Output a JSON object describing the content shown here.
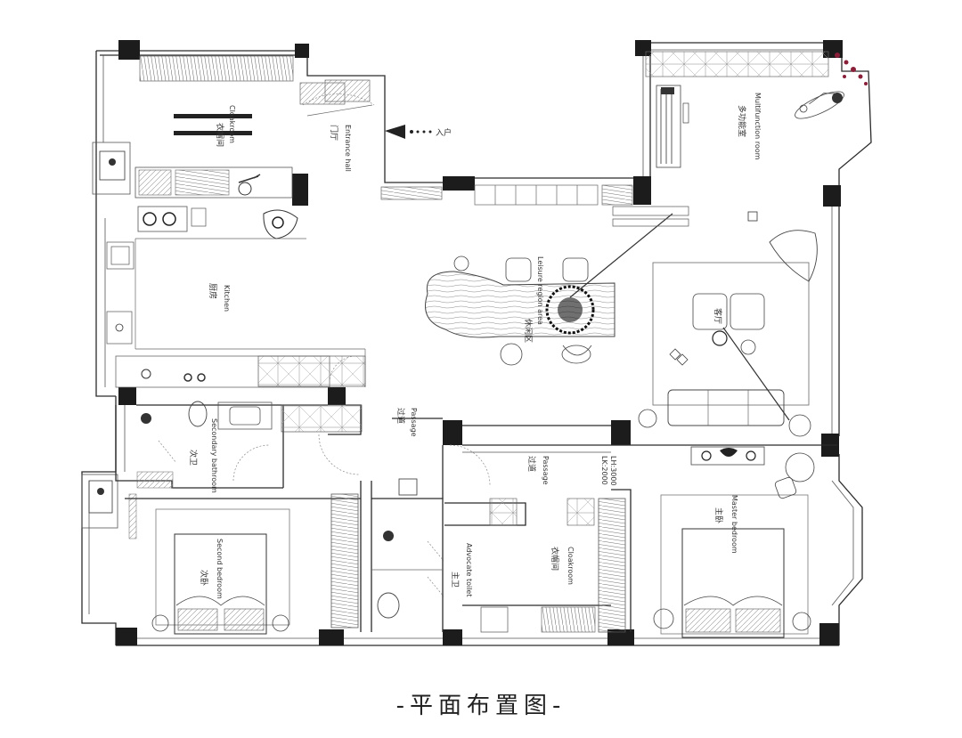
{
  "caption": "-平面布置图-",
  "entry_label": "入户",
  "rooms": {
    "cloakroom_top": {
      "zh": "衣帽间",
      "en": "Cloakroom"
    },
    "entrance_hall": {
      "zh": "门厅",
      "en": "Entrance hall"
    },
    "multifunction": {
      "zh": "多功能室",
      "en": "Multifunction room"
    },
    "kitchen": {
      "zh": "厨房",
      "en": "Kitchen"
    },
    "leisure": {
      "zh": "休闲区",
      "en": "Leisure region area"
    },
    "living": {
      "zh": "客厅",
      "en": ""
    },
    "passage_left": {
      "zh": "过道",
      "en": "Passage"
    },
    "secondary_bath": {
      "zh": "次卫",
      "en": "Secondary bathroom"
    },
    "passage_right": {
      "zh": "过道",
      "en": "Passage"
    },
    "lh_lk": {
      "lh": "LH:3000",
      "lk": "LK:2000"
    },
    "second_bedroom": {
      "zh": "次卧",
      "en": "Second bedroom"
    },
    "master_toilet": {
      "zh": "主卫",
      "en": "Advocate toilet"
    },
    "cloakroom_bottom": {
      "zh": "衣帽间",
      "en": "Cloakroom"
    },
    "master_bedroom": {
      "zh": "主卧",
      "en": "Master bedroom"
    }
  }
}
